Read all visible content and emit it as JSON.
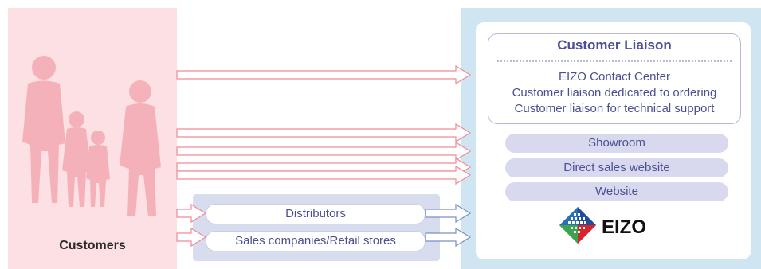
{
  "customers": {
    "label": "Customers"
  },
  "liaison": {
    "title": "Customer Liaison",
    "lines": [
      "EIZO Contact Center",
      "Customer liaison dedicated to ordering",
      "Customer liaison for technical support"
    ]
  },
  "channels": {
    "showroom": "Showroom",
    "direct_sales": "Direct sales website",
    "website": "Website"
  },
  "intermediaries": {
    "distributors": "Distributors",
    "sales_companies": "Sales companies/Retail stores"
  },
  "brand": {
    "name": "EIZO"
  },
  "colors": {
    "pink_arrow": "#f08a94",
    "blue_arrow": "#7a8fc2",
    "accent_text": "#4b4f94"
  }
}
